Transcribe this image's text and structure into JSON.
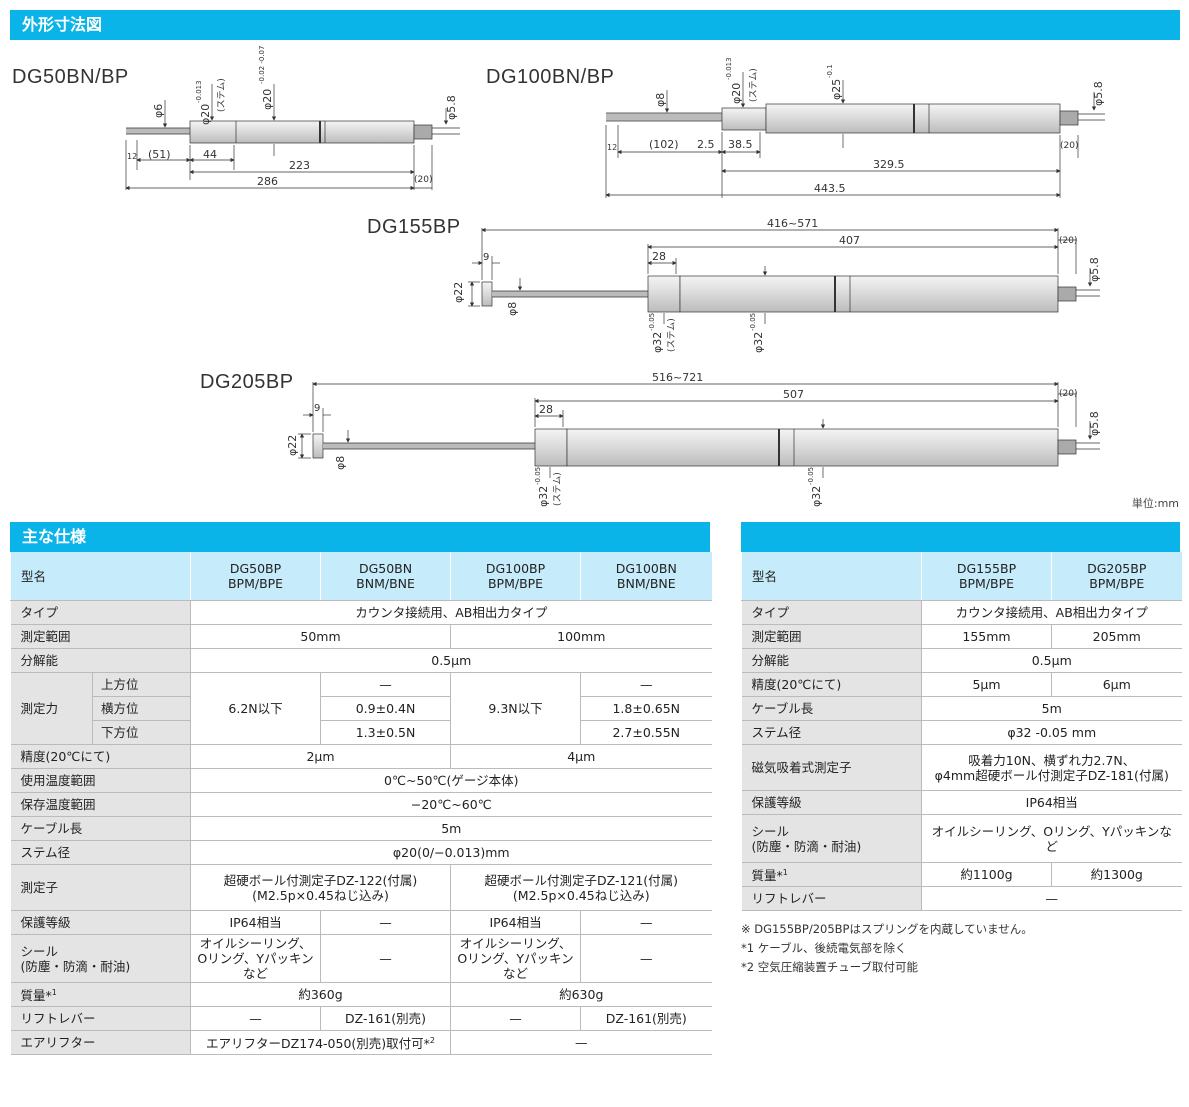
{
  "sections": {
    "dimensions": "外形寸法図",
    "specs": "主な仕様"
  },
  "unit_label": "単位:mm",
  "drawings": {
    "dg50": {
      "title": "DG50BN/BP",
      "labels": {
        "phi6": "φ6",
        "phi20_stem": "φ20",
        "tol_stem": "-0.013",
        "stem_word": "(ステム)",
        "phi20_body": "φ20",
        "tol_body": "-0.02 -0.07",
        "phi58": "φ5.8",
        "d12": "12",
        "d51": "(51)",
        "d44": "44",
        "d223": "223",
        "d286": "286",
        "d20": "(20)"
      }
    },
    "dg100": {
      "title": "DG100BN/BP",
      "labels": {
        "phi8": "φ8",
        "phi20_stem": "φ20",
        "tol_stem": "-0.013",
        "stem_word": "(ステム)",
        "phi25": "φ25",
        "tol_25": "-0.1",
        "phi58": "φ5.8",
        "d12": "12",
        "d102": "(102)",
        "d25": "2.5",
        "d385": "38.5",
        "d3295": "329.5",
        "d4435": "443.5",
        "d20": "(20)"
      }
    },
    "dg155": {
      "title": "DG155BP",
      "labels": {
        "d416": "416~571",
        "d407": "407",
        "d20": "(20)",
        "d9": "9",
        "d28": "28",
        "phi22": "φ22",
        "phi8": "φ8",
        "phi58": "φ5.8",
        "phi32_stem": "φ32",
        "tol_stem": "-0.05",
        "stem_word": "(ステム)",
        "phi32_body": "φ32",
        "tol_body": "-0.05"
      }
    },
    "dg205": {
      "title": "DG205BP",
      "labels": {
        "d516": "516~721",
        "d507": "507",
        "d20": "(20)",
        "d9": "9",
        "d28": "28",
        "phi22": "φ22",
        "phi8": "φ8",
        "phi58": "φ5.8",
        "phi32_stem": "φ32",
        "tol_stem": "-0.05",
        "stem_word": "(ステム)",
        "phi32_body": "φ32",
        "tol_body": "-0.05"
      }
    }
  },
  "left_table": {
    "head": {
      "label": "型名",
      "c1a": "DG50BP",
      "c1b": "BPM/BPE",
      "c2a": "DG50BN",
      "c2b": "BNM/BNE",
      "c3a": "DG100BP",
      "c3b": "BPM/BPE",
      "c4a": "DG100BN",
      "c4b": "BNM/BNE"
    },
    "type": {
      "label": "タイプ",
      "value": "カウンタ接続用、AB相出力タイプ"
    },
    "range": {
      "label": "測定範囲",
      "v50": "50mm",
      "v100": "100mm"
    },
    "resolution": {
      "label": "分解能",
      "value": "0.5μm"
    },
    "force": {
      "label": "測定力",
      "up": "上方位",
      "side": "横方位",
      "down": "下方位",
      "g50": "6.2N以下",
      "g100": "9.3N以下",
      "bn50_up": "—",
      "bn50_side": "0.9±0.4N",
      "bn50_down": "1.3±0.5N",
      "bn100_up": "—",
      "bn100_side": "1.8±0.65N",
      "bn100_down": "2.7±0.55N"
    },
    "accuracy": {
      "label": "精度(20℃にて)",
      "v50": "2μm",
      "v100": "4μm"
    },
    "op_temp": {
      "label": "使用温度範囲",
      "value": "0℃~50℃(ゲージ本体)"
    },
    "st_temp": {
      "label": "保存温度範囲",
      "value": "−20℃~60℃"
    },
    "cable": {
      "label": "ケーブル長",
      "value": "5m"
    },
    "stem": {
      "label": "ステム径",
      "value": "φ20(0/−0.013)mm"
    },
    "probe": {
      "label": "測定子",
      "v50a": "超硬ボール付測定子DZ-122(付属)",
      "v50b": "(M2.5p×0.45ねじ込み)",
      "v100a": "超硬ボール付測定子DZ-121(付属)",
      "v100b": "(M2.5p×0.45ねじ込み)"
    },
    "ip": {
      "label": "保護等級",
      "c1": "IP64相当",
      "c2": "—",
      "c3": "IP64相当",
      "c4": "—"
    },
    "seal": {
      "label_a": "シール",
      "label_b": "(防塵・防滴・耐油)",
      "c1a": "オイルシーリング、",
      "c1b": "Oリング、Yパッキンなど",
      "c2": "—",
      "c3a": "オイルシーリング、",
      "c3b": "Oリング、Yパッキンなど",
      "c4": "—"
    },
    "mass": {
      "label": "質量*",
      "sup": "1",
      "v50": "約360g",
      "v100": "約630g"
    },
    "lift": {
      "label": "リフトレバー",
      "c1": "—",
      "c2": "DZ-161(別売)",
      "c3": "—",
      "c4": "DZ-161(別売)"
    },
    "air": {
      "label": "エアリフター",
      "v50": "エアリフターDZ174-050(別売)取付可*",
      "sup": "2",
      "v100": "—"
    }
  },
  "right_table": {
    "head": {
      "label": "型名",
      "c1a": "DG155BP",
      "c1b": "BPM/BPE",
      "c2a": "DG205BP",
      "c2b": "BPM/BPE"
    },
    "type": {
      "label": "タイプ",
      "value": "カウンタ接続用、AB相出力タイプ"
    },
    "range": {
      "label": "測定範囲",
      "c1": "155mm",
      "c2": "205mm"
    },
    "resolution": {
      "label": "分解能",
      "value": "0.5μm"
    },
    "accuracy": {
      "label": "精度(20℃にて)",
      "c1": "5μm",
      "c2": "6μm"
    },
    "cable": {
      "label": "ケーブル長",
      "value": "5m"
    },
    "stem": {
      "label": "ステム径",
      "value": "φ32 -0.05 mm"
    },
    "probe": {
      "label": "磁気吸着式測定子",
      "v1": "吸着力10N、横ずれ力2.7N、",
      "v2": "φ4mm超硬ボール付測定子DZ-181(付属)"
    },
    "ip": {
      "label": "保護等級",
      "value": "IP64相当"
    },
    "seal": {
      "label_a": "シール",
      "label_b": "(防塵・防滴・耐油)",
      "value": "オイルシーリング、Oリング、Yパッキンなど"
    },
    "mass": {
      "label": "質量*",
      "sup": "1",
      "c1": "約1100g",
      "c2": "約1300g"
    },
    "lift": {
      "label": "リフトレバー",
      "value": "—"
    }
  },
  "notes": [
    "※ DG155BP/205BPはスプリングを内蔵していません。",
    "*1 ケーブル、後続電気部を除く",
    "*2 空気圧縮装置チューブ取付可能"
  ]
}
